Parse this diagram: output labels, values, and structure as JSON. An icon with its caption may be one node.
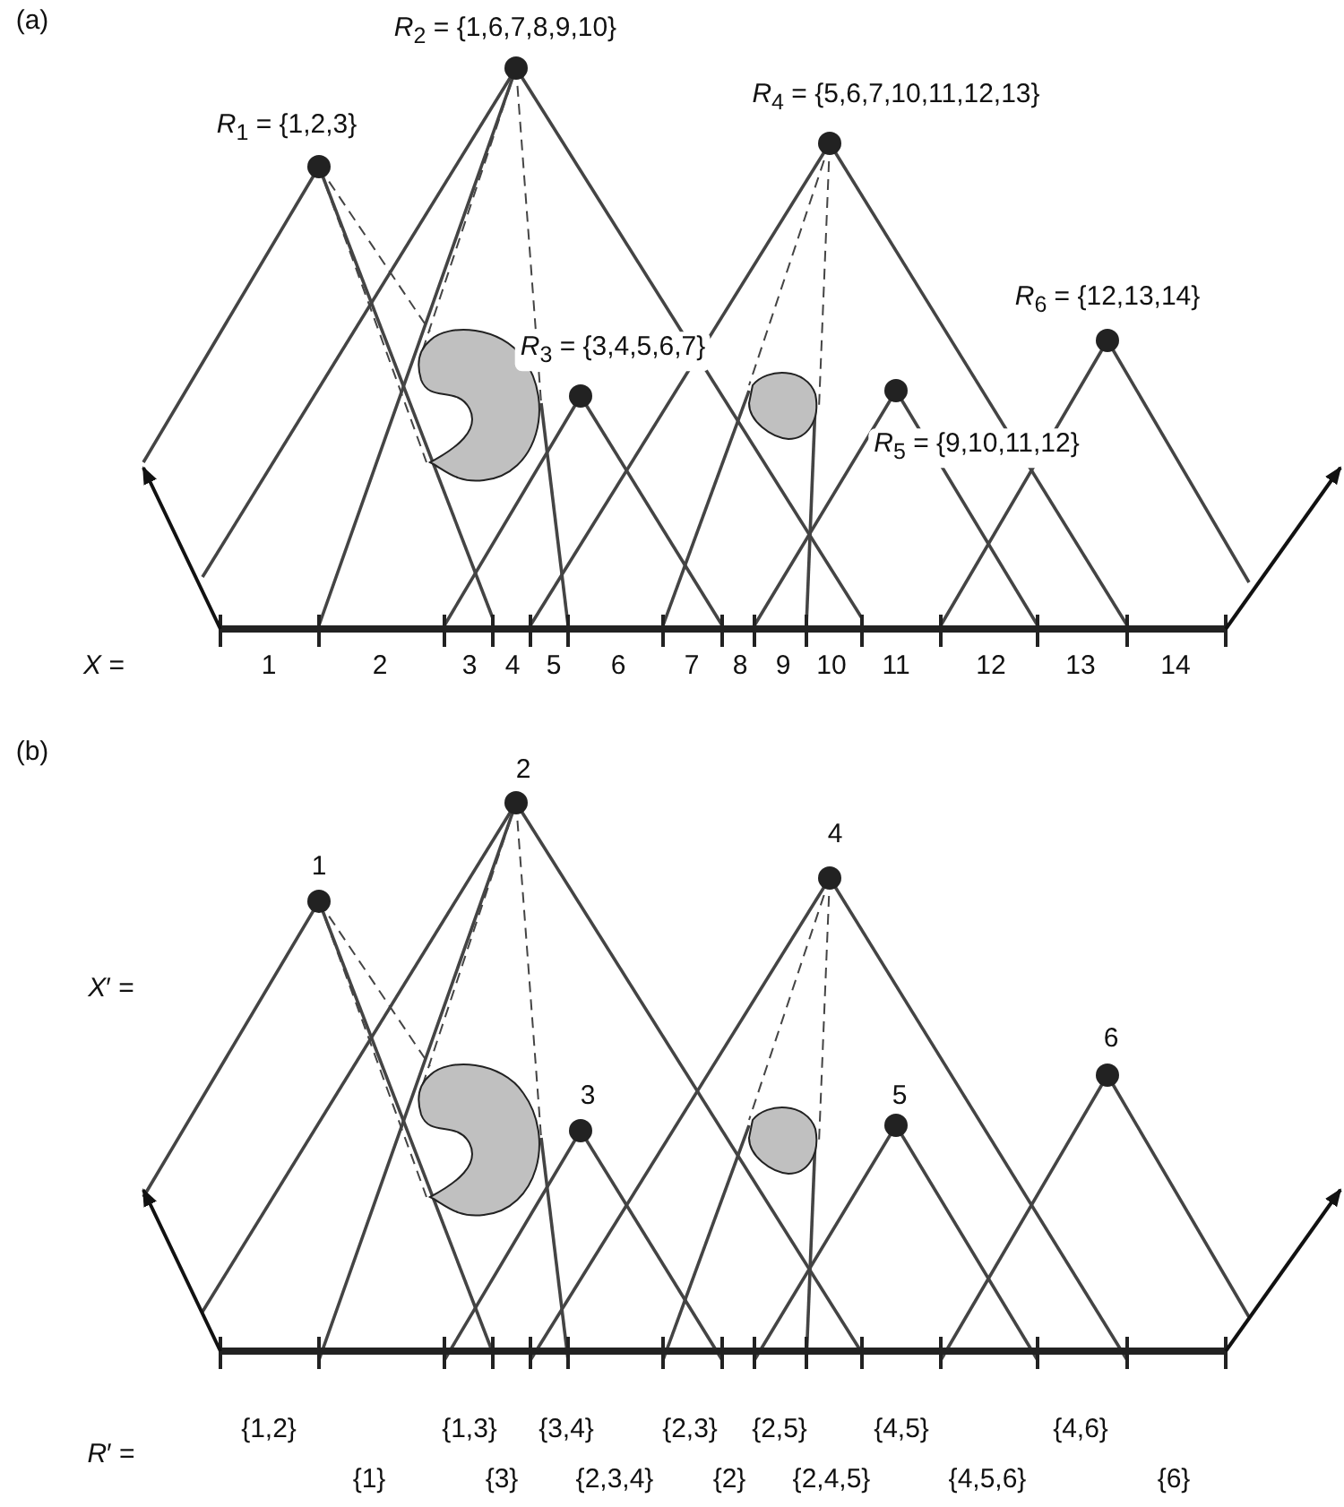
{
  "diagram": {
    "nodes": [
      {
        "text": [],
        "shape": "circle",
        "beside": [
          "*R*$_{1}$ = {1,2,3}"
        ]
      },
      {
        "text": [],
        "shape": "circle",
        "beside": [
          "*R*$_{2}$ = {1,6,7,8,9,10}"
        ]
      },
      {
        "text": [],
        "shape": "circle",
        "beside": [
          "*R*$_{3}$ = {3,4,5,6,7}"
        ]
      },
      {
        "text": [],
        "shape": "circle",
        "beside": [
          "*R*$_{4}$ = {5,6,7,10,11,12,13}"
        ]
      },
      {
        "text": [],
        "shape": "circle",
        "beside": [
          "*R*$_{5}$ = {9,10,11,12}"
        ]
      },
      {
        "text": [],
        "shape": "circle",
        "beside": [
          "*R*$_{6}$ = {12,13,14}"
        ]
      },
      {
        "text": [],
        "shape": "circle",
        "beside": [
          "1"
        ]
      },
      {
        "text": [],
        "shape": "circle",
        "beside": [
          "2"
        ]
      },
      {
        "text": [],
        "shape": "circle",
        "beside": [
          "3"
        ]
      },
      {
        "text": [],
        "shape": "circle",
        "beside": [
          "4"
        ]
      },
      {
        "text": [],
        "shape": "circle",
        "beside": [
          "5"
        ]
      },
      {
        "text": [],
        "shape": "circle",
        "beside": [
          "6"
        ]
      }
    ],
    "labels": [
      "(a)",
      "*X* =",
      "1",
      "2",
      "3",
      "4",
      "5",
      "6",
      "7",
      "8",
      "9",
      "10",
      "11",
      "12",
      "13",
      "14",
      "(b)",
      "*X*′ =",
      "*R*′ =",
      "{1,2}",
      "{1,3}",
      "{3,4}",
      "{2,3}",
      "{2,5}",
      "{4,5}",
      "{4,6}",
      "{1}",
      "{3}",
      "{2,3,4}",
      "{2}",
      "{2,4,5}",
      "{4,5,6}",
      "{6}"
    ]
  }
}
